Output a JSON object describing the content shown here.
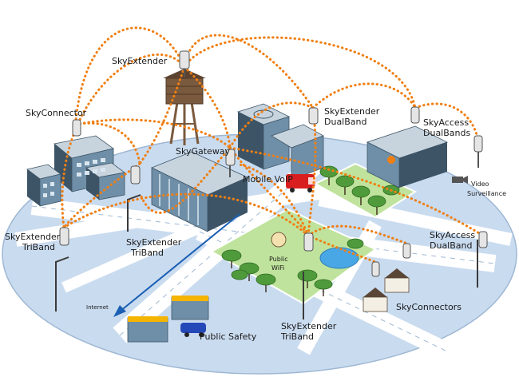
{
  "colors": {
    "ground": "#c9dbef",
    "street": "#ffffff",
    "park": "#bfe39c",
    "tree": "#4f9a3b",
    "link": "#f07f12",
    "building": "#6f8fa8",
    "building_dark": "#3d5466",
    "roof": "#c7d4de",
    "water": "#4aa7e6",
    "tower": "#7a5a3e",
    "arrow": "#1a5fb4",
    "vehicle_red": "#d81e1e",
    "vehicle_blue": "#2448b8",
    "awning": "#f4b400"
  },
  "labels": {
    "sky_extender_tower": "SkyExtender",
    "sky_connector": "SkyConnector",
    "sky_gateway": "SkyGateway",
    "sky_extender_dualband_1": "SkyExtender",
    "sky_extender_dualband_2": "DualBand",
    "sky_access_dualbands_1": "SkyAccess",
    "sky_access_dualbands_2": "DualBands",
    "mobile_voip": "Mobile VoIP",
    "video_1": "Video",
    "video_2": "Surveillance",
    "sky_extender_triband_left_1": "SkyExtender",
    "sky_extender_triband_left_2": "TriBand",
    "sky_extender_triband_mid_1": "SkyExtender",
    "sky_extender_triband_mid_2": "TriBand",
    "public_wifi_1": "Public",
    "public_wifi_2": "WiFi",
    "sky_access_dualband_1": "SkyAccess",
    "sky_access_dualband_2": "DualBand",
    "internet": "Internet",
    "public_safety": "Public Safety",
    "sky_extender_triband_bottom_1": "SkyExtender",
    "sky_extender_triband_bottom_2": "TriBand",
    "sky_connectors": "SkyConnectors"
  }
}
